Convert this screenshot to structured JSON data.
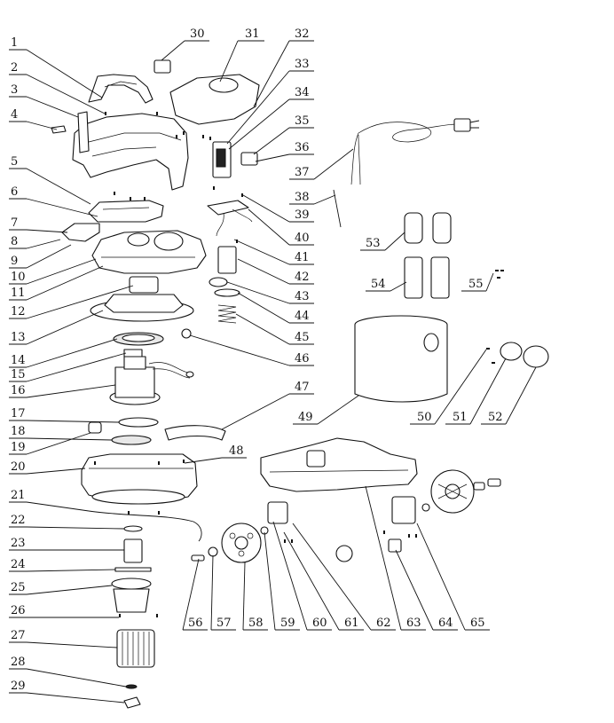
{
  "figure": {
    "type": "exploded parts diagram",
    "callouts": [
      "1",
      "2",
      "3",
      "4",
      "5",
      "6",
      "7",
      "8",
      "9",
      "10",
      "11",
      "12",
      "13",
      "14",
      "15",
      "16",
      "17",
      "18",
      "19",
      "20",
      "21",
      "22",
      "23",
      "24",
      "25",
      "26",
      "27",
      "28",
      "29",
      "30",
      "31",
      "32",
      "33",
      "34",
      "35",
      "36",
      "37",
      "38",
      "39",
      "40",
      "41",
      "42",
      "43",
      "44",
      "45",
      "46",
      "47",
      "48",
      "49",
      "50",
      "51",
      "52",
      "53",
      "54",
      "55",
      "56",
      "57",
      "58",
      "59",
      "60",
      "61",
      "62",
      "63",
      "64",
      "65"
    ]
  }
}
